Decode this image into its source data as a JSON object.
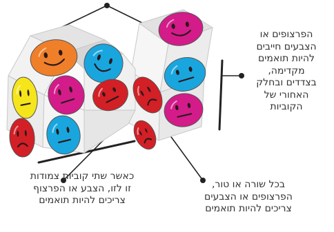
{
  "colors": {
    "orange": "#f07f2a",
    "blue": "#19a6df",
    "magenta": "#d41b8a",
    "yellow": "#f5e51b",
    "red": "#d31f26",
    "line": "#222222"
  },
  "annotations": {
    "right": {
      "lines": [
        "הפרצופים או",
        "הצבעים חייבים",
        "להיות תואמים",
        "מקדימה,",
        "בצדדים ובחלק",
        "האחורי של",
        "הקוביות"
      ]
    },
    "bottom_left": {
      "lines": [
        "כאשר שתי קוביות צמודות",
        "זו לזו, הצבע או הפרצוף",
        "צריכים להיות תואמים"
      ]
    },
    "bottom_right": {
      "lines": [
        "בכל שורה או טור,",
        "הפרצופים או הצבעים",
        "צריכים להיות תואמים"
      ]
    }
  },
  "faces": [
    {
      "name": "top-orange-face",
      "color": "orange",
      "expression": "smile"
    },
    {
      "name": "top-blue-face",
      "color": "blue",
      "expression": "smile"
    },
    {
      "name": "top-magenta-face",
      "color": "magenta",
      "expression": "smile"
    },
    {
      "name": "left-yellow-face",
      "color": "yellow",
      "expression": "neutral"
    },
    {
      "name": "left-red-face",
      "color": "red",
      "expression": "frown"
    },
    {
      "name": "front-magenta-face",
      "color": "magenta",
      "expression": "neutral"
    },
    {
      "name": "front-blue-face",
      "color": "blue",
      "expression": "neutral"
    },
    {
      "name": "front-red-face",
      "color": "red",
      "expression": "neutral"
    },
    {
      "name": "right-red-face",
      "color": "red",
      "expression": "frown"
    },
    {
      "name": "right-blue-face",
      "color": "blue",
      "expression": "neutral"
    },
    {
      "name": "right-magenta-face",
      "color": "magenta",
      "expression": "neutral"
    },
    {
      "name": "right-red-lower-face",
      "color": "red",
      "expression": "frown"
    }
  ]
}
